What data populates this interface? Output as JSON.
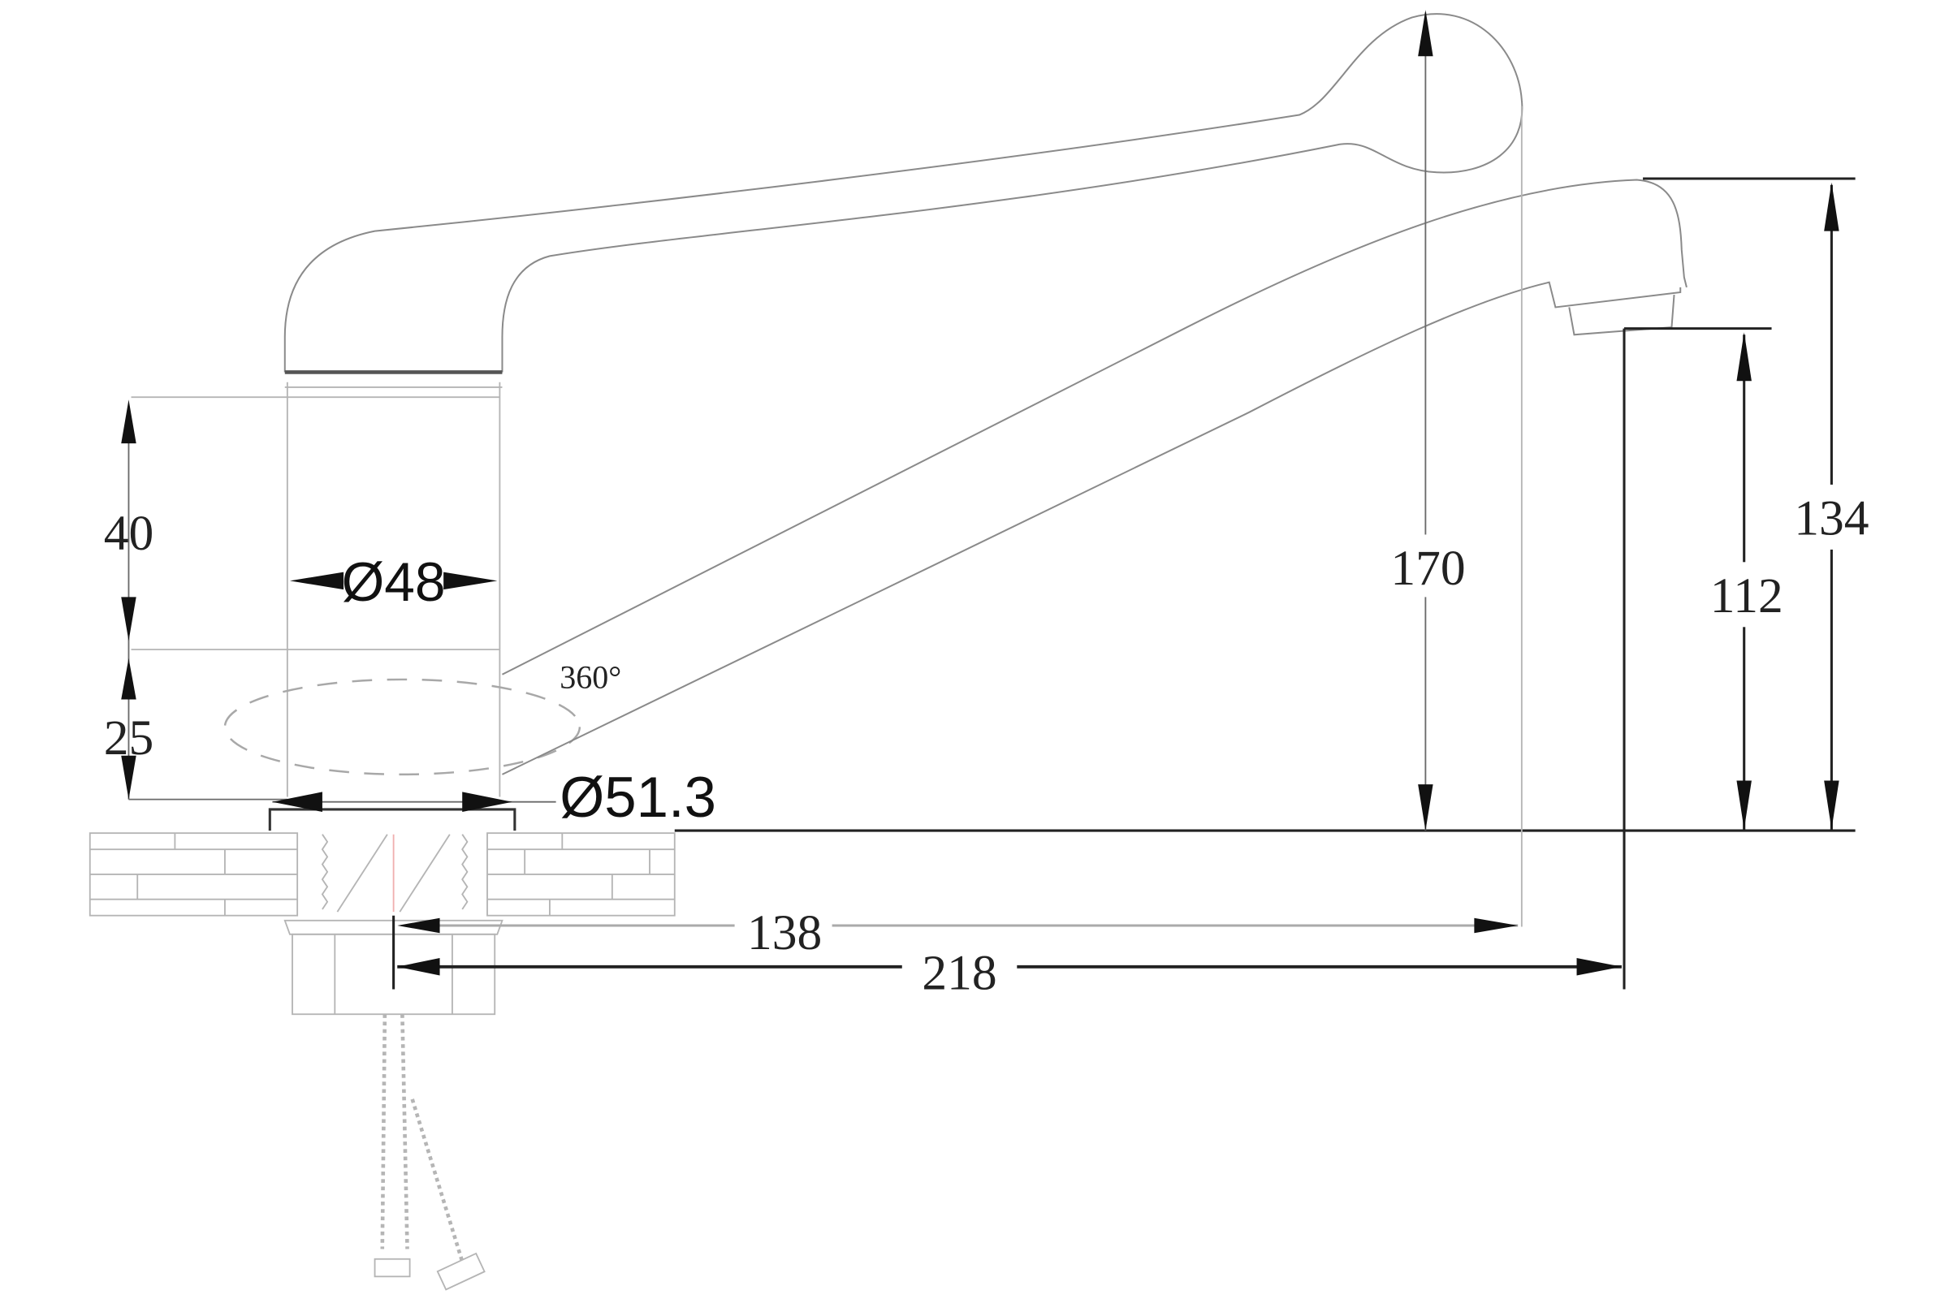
{
  "drawing": {
    "subject": "single-lever kitchen faucet, side elevation",
    "units": "mm",
    "dimensions": {
      "upper_body_height": "40",
      "lower_body_height": "25",
      "body_diameter": "Ø48",
      "base_diameter": "Ø51.3",
      "swivel_angle": "360°",
      "total_height": "170",
      "spout_outlet_height": "112",
      "spout_top_height": "134",
      "handle_reach": "138",
      "spout_reach": "218"
    },
    "colors": {
      "outline": "#8a8a8a",
      "dimension_line": "#222222",
      "background": "#ffffff"
    }
  }
}
